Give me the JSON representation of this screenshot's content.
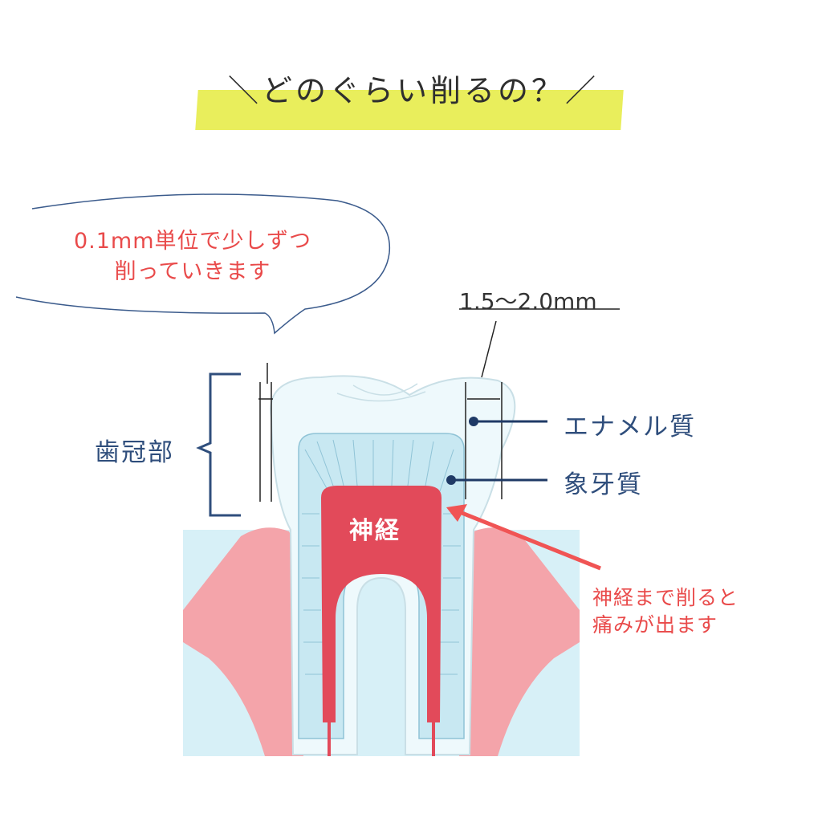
{
  "title": "＼どのぐらい削るの？／",
  "bubble": {
    "line1": "0.1mm単位で少しずつ",
    "line2": "削っていきます"
  },
  "measurement": "1.5〜2.0mm",
  "labels": {
    "crown": "歯冠部",
    "enamel": "エナメル質",
    "dentin": "象牙質",
    "nerve": "神経"
  },
  "note": {
    "line1": "神経まで削ると",
    "line2": "痛みが出ます"
  },
  "colors": {
    "title_highlight": "#e9ee5c",
    "accent_red": "#e94a4a",
    "label_blue": "#2f4e7c",
    "gum_pink": "#f4a4aa",
    "pulp_red": "#e24a5a",
    "bone_blue": "#d7f0f7"
  }
}
